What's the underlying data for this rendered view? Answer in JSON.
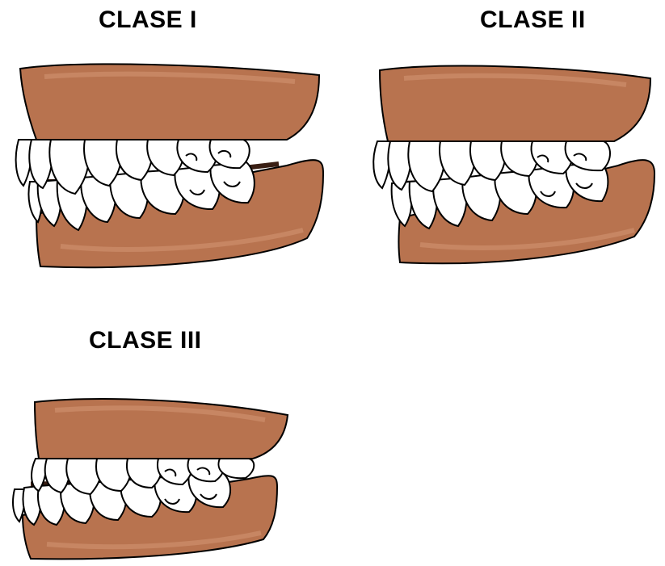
{
  "panels": [
    {
      "title": "CLASE I"
    },
    {
      "title": "CLASE II"
    },
    {
      "title": "CLASE III"
    }
  ],
  "colors": {
    "gum": "#b8734f",
    "gum_light": "#c98a68",
    "gum_dark": "#8f5236",
    "tooth": "#ffffff",
    "outline": "#000000",
    "gap": "#3a1f14"
  }
}
